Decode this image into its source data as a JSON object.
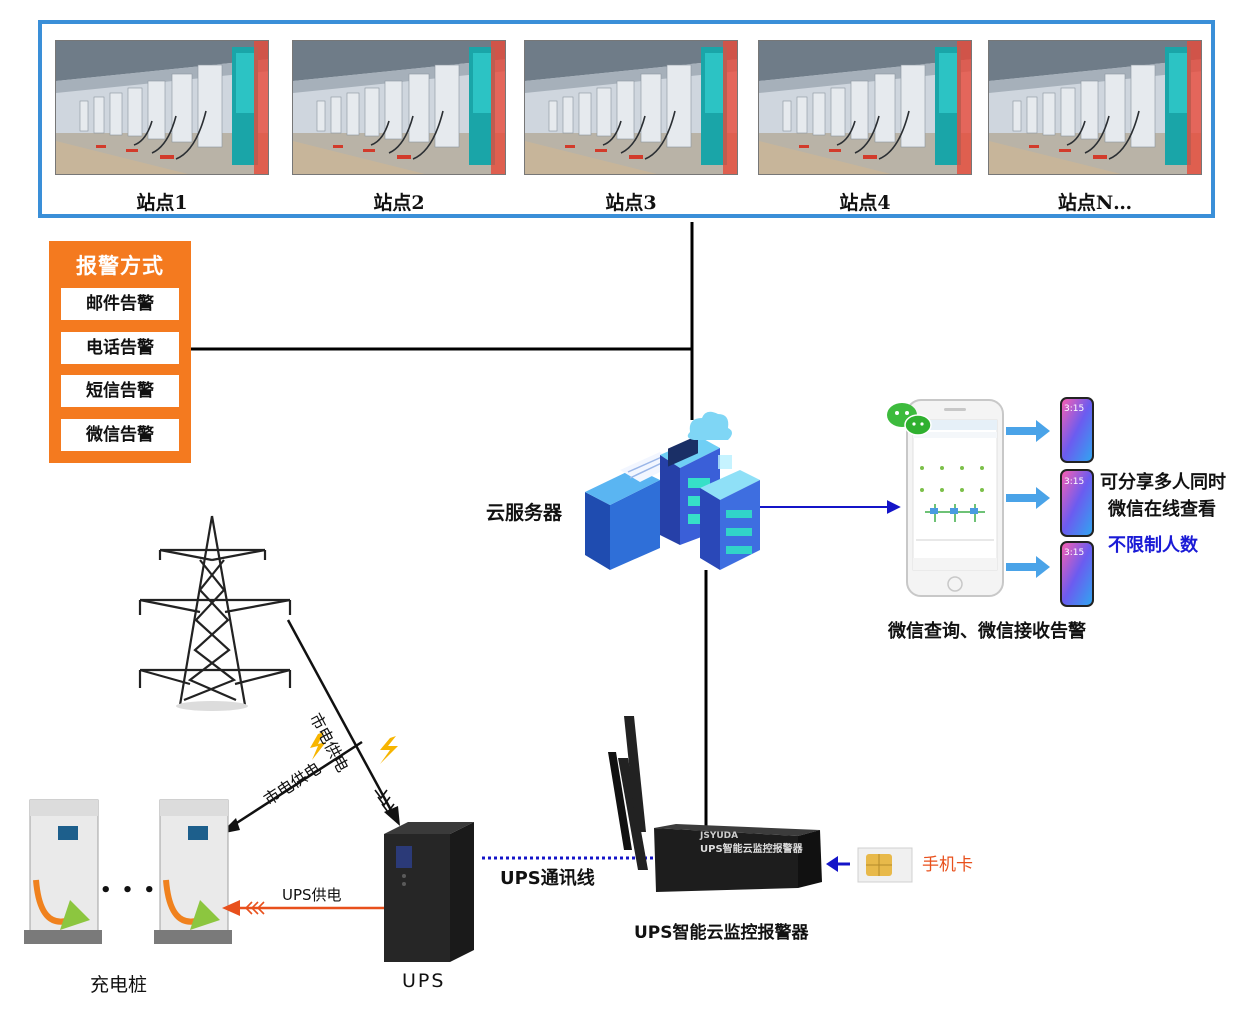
{
  "sites": [
    {
      "label": "站点1"
    },
    {
      "label": "站点2"
    },
    {
      "label": "站点3"
    },
    {
      "label": "站点4"
    },
    {
      "label": "站点N…"
    }
  ],
  "alarm": {
    "title": "报警方式",
    "items": [
      "邮件告警",
      "电话告警",
      "短信告警",
      "微信告警"
    ]
  },
  "cloud_server_label": "云服务器",
  "phone_caption": "微信查询、微信接收告警",
  "share_text_line1": "可分享多人同时",
  "share_text_line2": "微信在线查看",
  "unlimited_text": "不限制人数",
  "phone_times": [
    "3:15",
    "3:15",
    "3:15"
  ],
  "tower_power_label": "市电供电",
  "charger_power_label": "市电供电",
  "ups_power_label": "UPS供电",
  "chargers_label": "充电桩",
  "ups_label": "UPS",
  "ups_comm_label": "UPS通讯线",
  "device_label": "UPS智能云监控报警器",
  "device_brand": "JSYUDA",
  "device_model_text": "UPS智能云监控报警器",
  "sim_label": "手机卡",
  "ellipsis": "• • •",
  "colors": {
    "panel_border": "#3a8fd8",
    "alarm_bg": "#f47a1f",
    "arrow_blue": "#4aa3e8",
    "unlimited_text": "#1a1ad6",
    "sim_label": "#e8501c",
    "ups_arrow": "#e8501c",
    "comm_line": "#1414c8"
  }
}
